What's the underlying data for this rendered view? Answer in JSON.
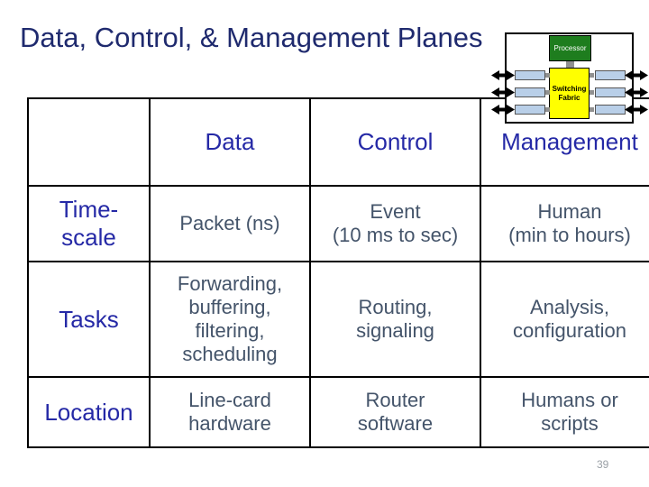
{
  "title": "Data, Control, & Management Planes",
  "table": {
    "columns": [
      "Data",
      "Control",
      "Management"
    ],
    "rows": [
      {
        "label": "Time-\nscale",
        "cells": [
          "Packet (ns)",
          "Event\n(10 ms to sec)",
          "Human\n(min to hours)"
        ]
      },
      {
        "label": "Tasks",
        "cells": [
          "Forwarding,\nbuffering,\nfiltering,\nscheduling",
          "Routing,\nsignaling",
          "Analysis,\nconfiguration"
        ]
      },
      {
        "label": "Location",
        "cells": [
          "Line-card\nhardware",
          "Router\nsoftware",
          "Humans or\nscripts"
        ]
      }
    ]
  },
  "diagram": {
    "processor_label": "Processor",
    "fabric_label": "Switching\nFabric"
  },
  "footer": {
    "page_number": "39"
  },
  "colors": {
    "title_text": "#1f2a6e",
    "table_header_text": "#2529a6",
    "table_body_text": "#44546a",
    "table_border": "#000000",
    "processor_green": "#1e7d1e",
    "fabric_yellow": "#ffff00",
    "linecard_blue": "#b9cfe8",
    "connector_gray": "#909090",
    "page_number_gray": "#9aa0a6"
  }
}
